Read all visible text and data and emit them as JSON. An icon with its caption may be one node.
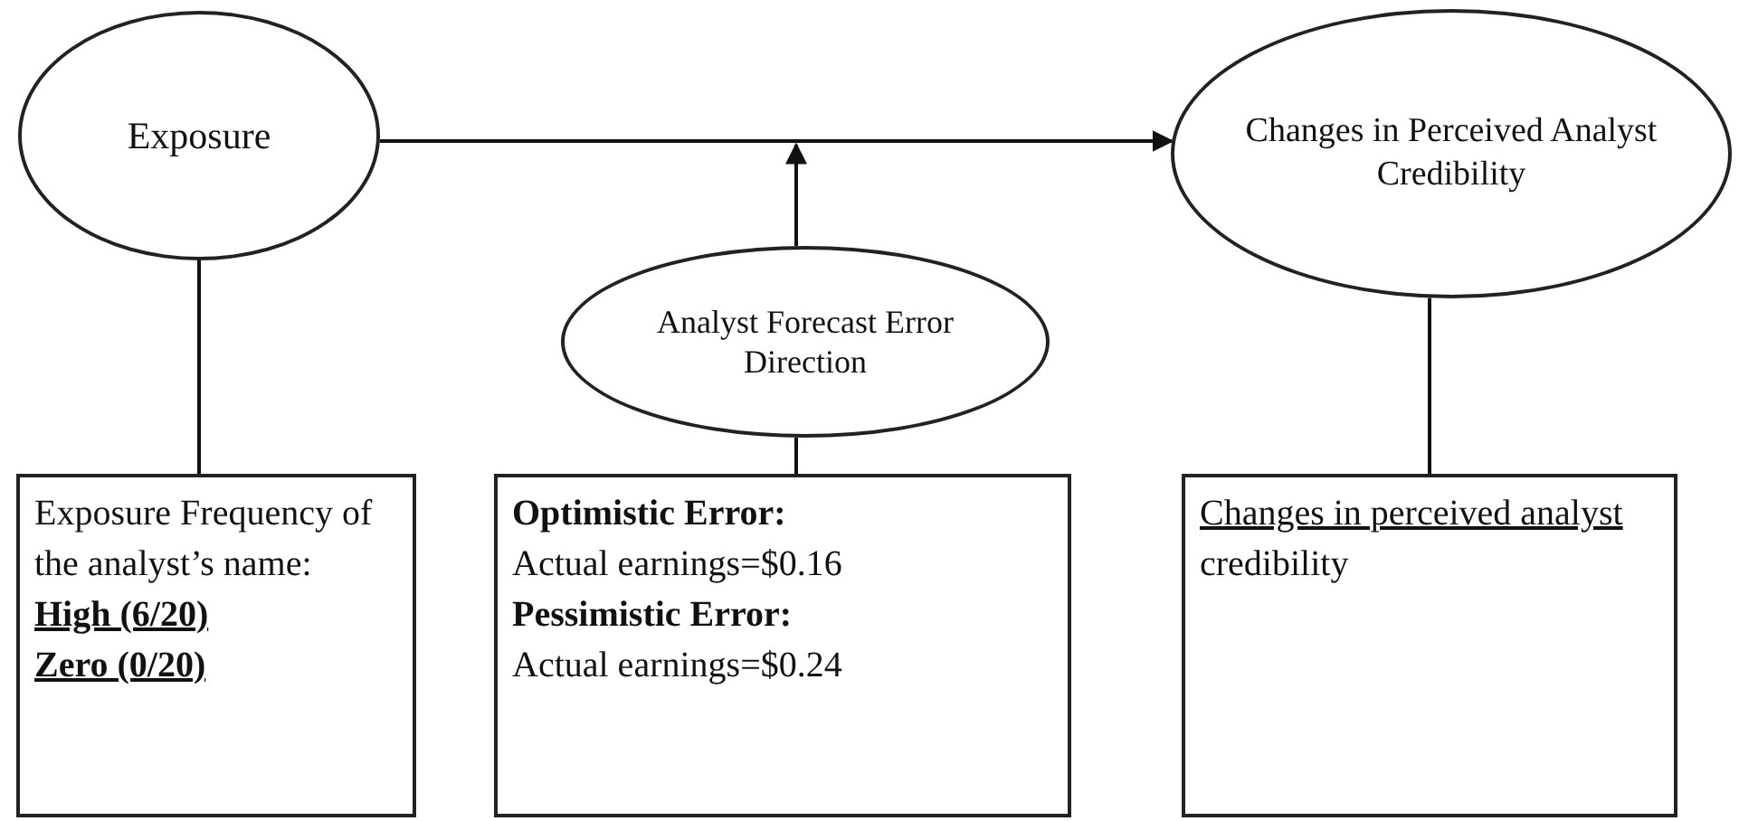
{
  "diagram": {
    "nodes": [
      {
        "text": [
          "Exposure"
        ]
      },
      {
        "text": [
          "Changes in Perceived Analyst Credibility"
        ]
      },
      {
        "text": [
          "Analyst Forecast Error Direction"
        ]
      },
      {
        "text": [
          "Exposure Frequency of the analyst’s name:",
          "High (6/20)",
          "Zero (0/20)"
        ]
      },
      {
        "text": [
          "Optimistic Error:",
          "Actual earnings=$0.16",
          "Pessimistic Error:",
          "Actual earnings=$0.24"
        ]
      },
      {
        "text": [
          "Changes in perceived analyst credibility"
        ]
      }
    ],
    "edges": [
      {
        "from": 0,
        "to": 1,
        "arrow": "to"
      },
      {
        "from": 2,
        "to": null,
        "arrow": "to"
      },
      {
        "from": 0,
        "to": 3,
        "arrow": "none"
      },
      {
        "from": 2,
        "to": 4,
        "arrow": "none"
      },
      {
        "from": 1,
        "to": 5,
        "arrow": "none"
      }
    ]
  }
}
